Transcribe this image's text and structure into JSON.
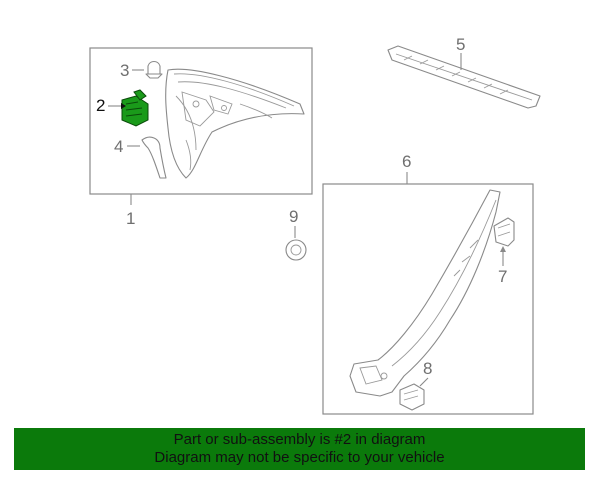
{
  "callouts": {
    "c1": "1",
    "c2": "2",
    "c3": "3",
    "c4": "4",
    "c5": "5",
    "c6": "6",
    "c7": "7",
    "c8": "8",
    "c9": "9"
  },
  "highlight": {
    "part_number": "2",
    "color": "#1a9a1a"
  },
  "banner": {
    "line1": "Part or sub-assembly is #2 in diagram",
    "line2": "Diagram may not be specific to your vehicle",
    "background": "#0b7a0b"
  }
}
